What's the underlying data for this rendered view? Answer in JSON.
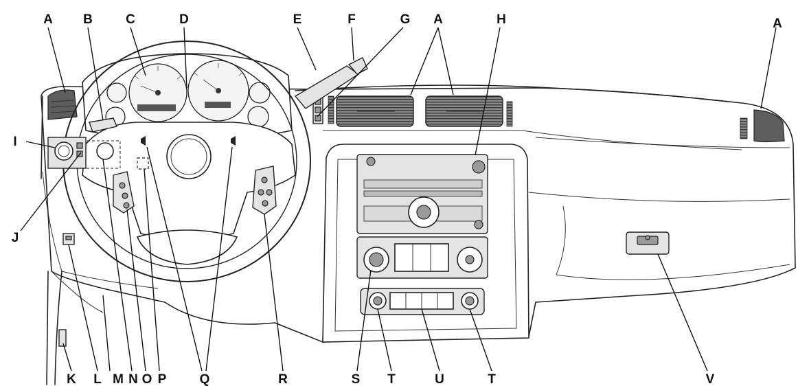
{
  "diagram": {
    "callout_labels": [
      "A",
      "B",
      "C",
      "D",
      "E",
      "F",
      "G",
      "A",
      "H",
      "A",
      "I",
      "J",
      "K",
      "L",
      "M",
      "N",
      "O",
      "P",
      "Q",
      "R",
      "S",
      "T",
      "U",
      "T",
      "V"
    ]
  }
}
